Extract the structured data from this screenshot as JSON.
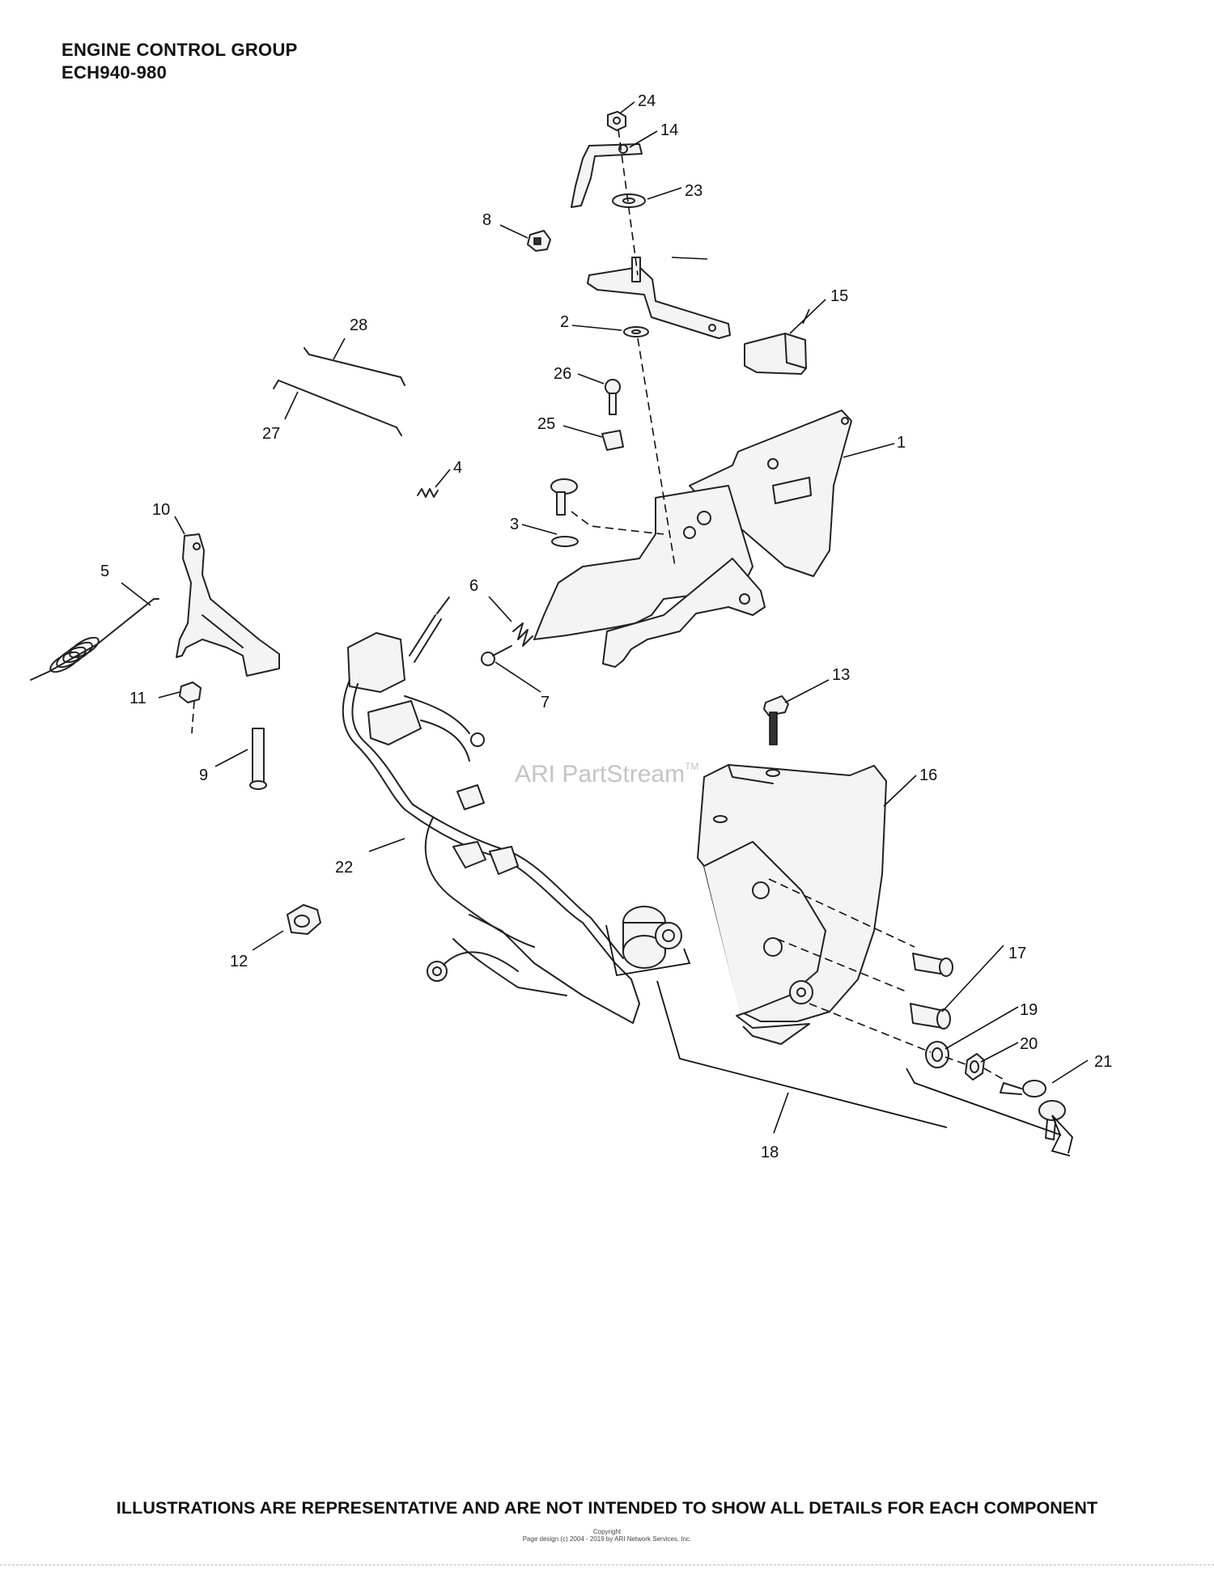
{
  "header": {
    "title_line1": "ENGINE CONTROL GROUP",
    "title_line2": "ECH940-980"
  },
  "watermark": {
    "text": "ARI PartStream",
    "mark": "TM"
  },
  "footer": {
    "disclaimer": "ILLUSTRATIONS ARE REPRESENTATIVE AND ARE NOT INTENDED TO SHOW ALL DETAILS FOR EACH COMPONENT",
    "copyright_label": "Copyright",
    "copyright_text": "Page design (c) 2004 - 2019 by ARI Network Services, Inc."
  },
  "callouts": {
    "c1": "1",
    "c2": "2",
    "c3": "3",
    "c4": "4",
    "c5": "5",
    "c6": "6",
    "c7": "7",
    "c8": "8",
    "c9": "9",
    "c10": "10",
    "c11": "11",
    "c12": "12",
    "c13": "13",
    "c14": "14",
    "c15": "15",
    "c16": "16",
    "c17": "17",
    "c18": "18",
    "c19": "19",
    "c20": "20",
    "c21": "21",
    "c22": "22",
    "c23": "23",
    "c24": "24",
    "c25": "25",
    "c26": "26",
    "c27": "27",
    "c28": "28"
  }
}
